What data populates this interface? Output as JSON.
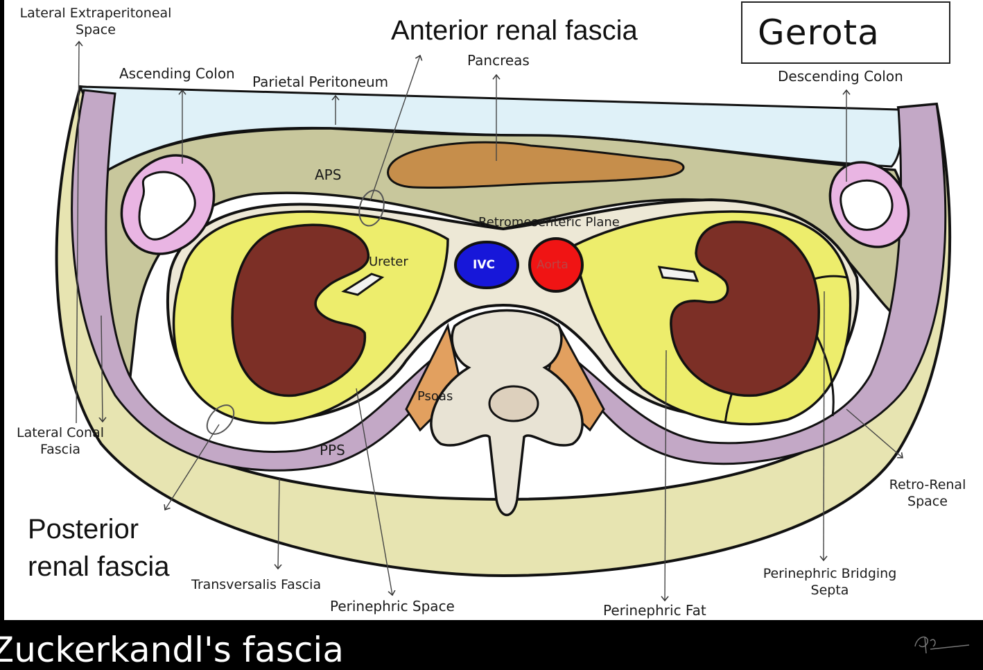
{
  "labels": {
    "lateral_extraperitoneal_space": "Lateral Extraperitoneal Space",
    "anterior_renal_fascia": "Anterior renal fascia",
    "gerota": "Gerota",
    "pancreas": "Pancreas",
    "ascending_colon": "Ascending Colon",
    "parietal_peritoneum": "Parietal Peritoneum",
    "descending_colon": "Descending Colon",
    "aps": "APS",
    "retromesenteric_plane": "Retromesenteric Plane",
    "ureter": "Ureter",
    "ivc": "IVC",
    "aorta": "Aorta",
    "psoas": "Psoas",
    "pps": "PPS",
    "lateral_conal_fascia": "Lateral Conal Fascia",
    "retro_renal_space": "Retro-Renal Space",
    "posterior_renal_fascia": "Posterior renal fascia",
    "transversalis_fascia": "Transversalis Fascia",
    "perinephric_space": "Perinephric Space",
    "perinephric_fat": "Perinephric Fat",
    "perinephric_bridging_septa": "Perinephric Bridging Septa",
    "zuckerkandl_fascia": "Zuckerkandl's fascia"
  },
  "colors": {
    "background_frame": "#000000",
    "peritoneal_cavity": "#dff1f8",
    "anterior_pararenal": "#c8c79c",
    "posterior_pararenal": "#e7e4b1",
    "fascia_band": "#c3a8c6",
    "perirenal_fat": "#eded6c",
    "retroperitoneal_space": "#ede8d6",
    "kidney": "#7c2f26",
    "pancreas": "#c68e4b",
    "psoas": "#e2a05f",
    "ivc": "#1717d9",
    "aorta": "#f01414",
    "colon_wall": "#e9b5e3",
    "vertebra": "#e8e3d4"
  }
}
